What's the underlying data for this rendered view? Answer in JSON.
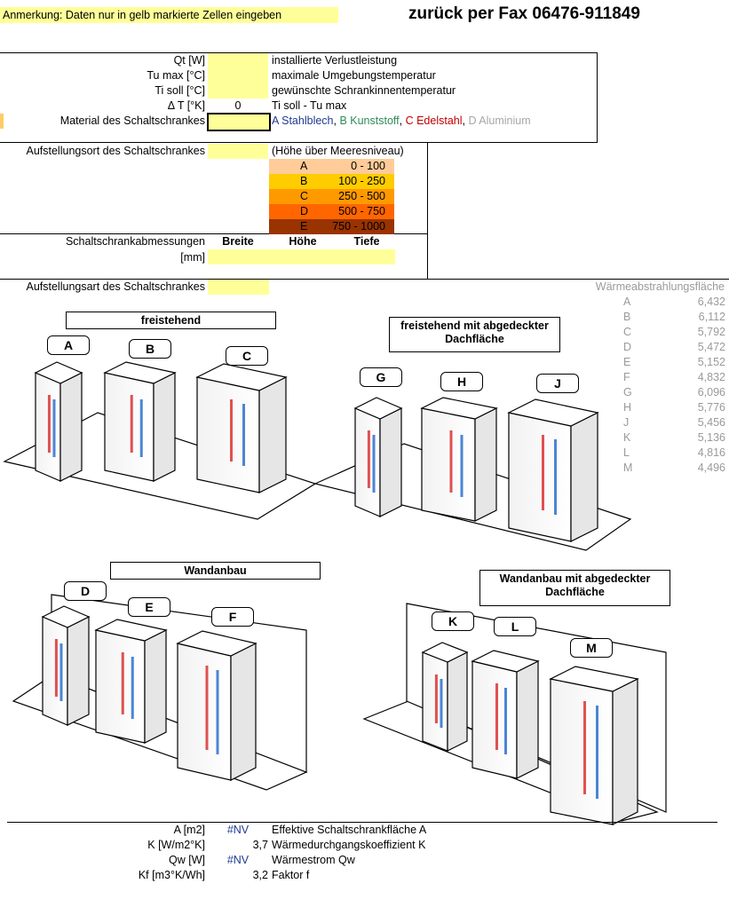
{
  "note": "Anmerkung: Daten nur in gelb markierte Zellen eingeben",
  "fax": "zurück per Fax 06476-911849",
  "inputs": {
    "qt": {
      "label": "Qt [W]",
      "desc": "installierte Verlustleistung"
    },
    "tu": {
      "label": "Tu max [°C]",
      "desc": "maximale Umgebungstemperatur"
    },
    "ti": {
      "label": "Ti soll [°C]",
      "desc": "gewünschte Schrankinnentemperatur"
    },
    "dt": {
      "label": "Δ T [°K]",
      "value": "0",
      "desc": "Ti soll - Tu max"
    }
  },
  "material": {
    "label": "Material des Schaltschrankes",
    "options": [
      {
        "text": "A Stahlblech",
        "color": "#1f3a93"
      },
      {
        "text": "B Kunststoff",
        "color": "#2e8b57"
      },
      {
        "text": "C Edelstahl",
        "color": "#c00000"
      },
      {
        "text": "D Aluminium",
        "color": "#a6a6a6"
      }
    ]
  },
  "location": {
    "label": "Aufstellungsort des Schaltschrankes",
    "header": "(Höhe über Meeresniveau)",
    "altitudes": [
      {
        "code": "A",
        "range": "0 - 100",
        "color": "#ffcc99"
      },
      {
        "code": "B",
        "range": "100 - 250",
        "color": "#ffcc00"
      },
      {
        "code": "C",
        "range": "250 - 500",
        "color": "#ff9900"
      },
      {
        "code": "D",
        "range": "500 - 750",
        "color": "#ff6600"
      },
      {
        "code": "E",
        "range": "750 - 1000",
        "color": "#993300"
      }
    ]
  },
  "dimensions": {
    "label": "Schaltschrankabmessungen",
    "unit": "[mm]",
    "cols": [
      "Breite",
      "Höhe",
      "Tiefe"
    ]
  },
  "placement": {
    "label": "Aufstellungsart des Schaltschrankes",
    "groups": [
      {
        "title": "freistehend",
        "letters": [
          "A",
          "B",
          "C"
        ]
      },
      {
        "title": "freistehend  mit abgedeckter Dachfläche",
        "letters": [
          "G",
          "H",
          "J"
        ]
      },
      {
        "title": "Wandanbau",
        "letters": [
          "D",
          "E",
          "F"
        ]
      },
      {
        "title": "Wandanbau mit abgedeckter Dachfläche",
        "letters": [
          "K",
          "L",
          "M"
        ]
      }
    ]
  },
  "waerme": {
    "header": "Wärmeabstrahlungsfläche",
    "rows": [
      {
        "k": "A",
        "v": "6,432"
      },
      {
        "k": "B",
        "v": "6,112"
      },
      {
        "k": "C",
        "v": "5,792"
      },
      {
        "k": "D",
        "v": "5,472"
      },
      {
        "k": "E",
        "v": "5,152"
      },
      {
        "k": "F",
        "v": "4,832"
      },
      {
        "k": "G",
        "v": "6,096"
      },
      {
        "k": "H",
        "v": "5,776"
      },
      {
        "k": "J",
        "v": "5,456"
      },
      {
        "k": "K",
        "v": "5,136"
      },
      {
        "k": "L",
        "v": "4,816"
      },
      {
        "k": "M",
        "v": "4,496"
      }
    ]
  },
  "results": [
    {
      "label": "A [m2]",
      "value": "#NV",
      "desc": "Effektive Schaltschrankfläche A",
      "color": "#1f3a93"
    },
    {
      "label": "K [W/m2°K]",
      "value": "3,7",
      "desc": "Wärmedurchgangskoeffizient K",
      "color": "#000000"
    },
    {
      "label": "Qw [W]",
      "value": "#NV",
      "desc": "Wärmestrom Qw",
      "color": "#1f3a93"
    },
    {
      "label": "Kf [m3°K/Wh]",
      "value": "3,2",
      "desc": "Faktor f",
      "color": "#000000"
    }
  ]
}
